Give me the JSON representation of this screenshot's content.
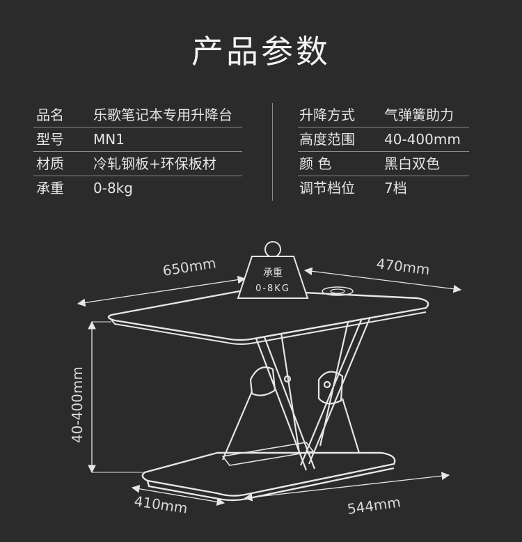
{
  "title": "产品参数",
  "specs": [
    {
      "k1": "品名",
      "v1": "乐歌笔记本专用升降台",
      "k2": "升降方式",
      "v2": "气弹簧助力"
    },
    {
      "k1": "型号",
      "v1": "MN1",
      "k2": "高度范围",
      "v2": "40-400mm"
    },
    {
      "k1": "材质",
      "v1": "冷轧钢板+环保板材",
      "k2": "颜 色",
      "v2": "黑白双色"
    },
    {
      "k1": "承重",
      "v1": "0-8kg",
      "k2": "调节档位",
      "v2": "7档"
    }
  ],
  "diagram": {
    "width_top": "650mm",
    "depth_top": "470mm",
    "height": "40-400mm",
    "base_depth": "410mm",
    "base_width": "544mm",
    "weight_label": "承重",
    "weight_value": "0-8KG"
  },
  "colors": {
    "background": "#2b2b2b",
    "line": "#e6e6e6",
    "text": "#e6e6e6"
  }
}
